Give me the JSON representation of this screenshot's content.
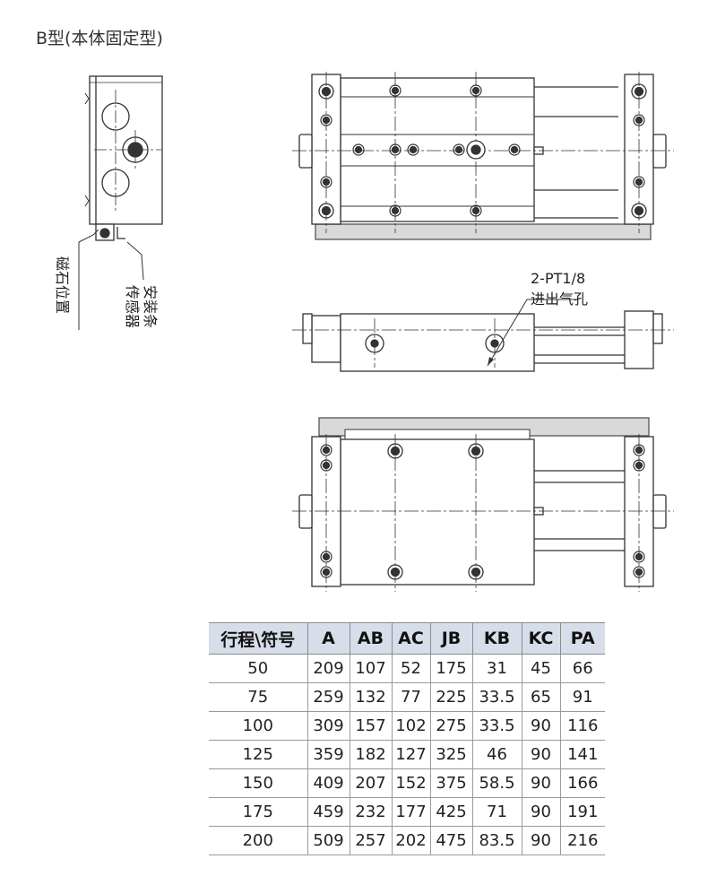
{
  "title": "B型(本体固定型)",
  "labels": {
    "magnet_position": "磁石位置",
    "sensor_mount_line1": "传感器",
    "sensor_mount_line2": "安装条",
    "port_spec": "2-PT1/8",
    "port_name": "进出气孔"
  },
  "table": {
    "headers": [
      "行程\\符号",
      "A",
      "AB",
      "AC",
      "JB",
      "KB",
      "KC",
      "PA"
    ],
    "rows": [
      [
        "50",
        "209",
        "107",
        "52",
        "175",
        "31",
        "45",
        "66"
      ],
      [
        "75",
        "259",
        "132",
        "77",
        "225",
        "33.5",
        "65",
        "91"
      ],
      [
        "100",
        "309",
        "157",
        "102",
        "275",
        "33.5",
        "90",
        "116"
      ],
      [
        "125",
        "359",
        "182",
        "127",
        "325",
        "46",
        "90",
        "141"
      ],
      [
        "150",
        "409",
        "207",
        "152",
        "375",
        "58.5",
        "90",
        "166"
      ],
      [
        "175",
        "459",
        "232",
        "177",
        "425",
        "71",
        "90",
        "191"
      ],
      [
        "200",
        "509",
        "257",
        "202",
        "475",
        "83.5",
        "90",
        "216"
      ]
    ]
  }
}
